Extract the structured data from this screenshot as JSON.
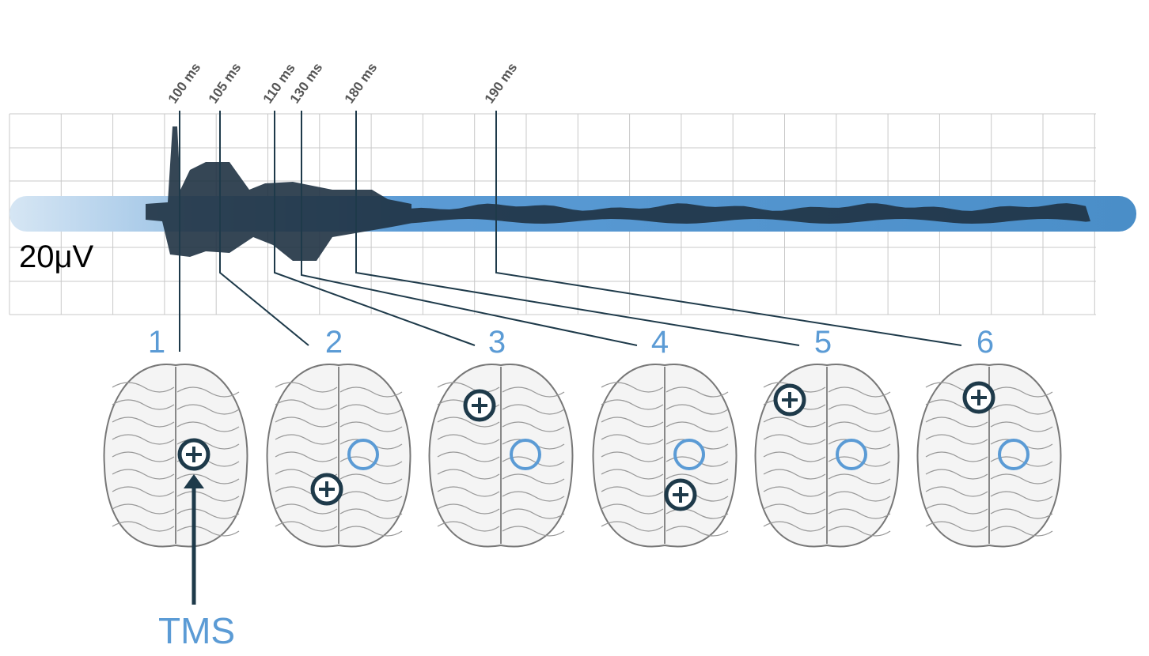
{
  "scale_label": "20μV",
  "stimulus_label": "TMS",
  "colors": {
    "accent": "#5b9bd5",
    "dark": "#1e3a4a",
    "band": "#4a90c8"
  },
  "latencies": [
    {
      "label": "100 ms",
      "step": "1"
    },
    {
      "label": "105 ms",
      "step": "2"
    },
    {
      "label": "110 ms",
      "step": "3"
    },
    {
      "label": "130 ms",
      "step": "4"
    },
    {
      "label": "180 ms",
      "step": "5"
    },
    {
      "label": "190 ms",
      "step": "6"
    }
  ]
}
